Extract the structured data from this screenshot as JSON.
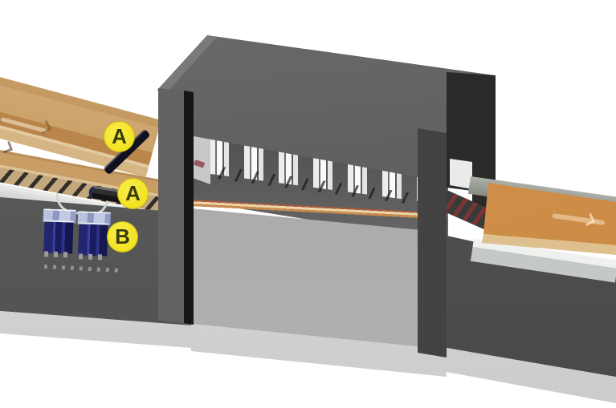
{
  "figure": {
    "type": "3d-machine-illustration",
    "labels": {
      "a1": {
        "text": "A"
      },
      "a2": {
        "text": "A"
      },
      "b": {
        "text": "B"
      }
    },
    "colors": {
      "label_yellow": "#f2e118",
      "board_tan": "#c9995e",
      "machine_dark_gray": "#565656",
      "machine_light_gray": "#a9a9a9",
      "device_blue": "#23266e",
      "glue_line_orange": "#c98a50"
    }
  }
}
